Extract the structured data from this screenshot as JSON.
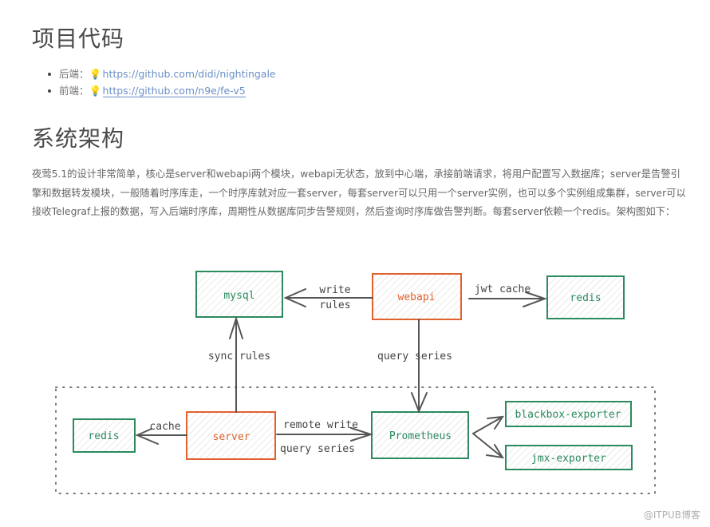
{
  "section_code": {
    "title": "项目代码",
    "items": [
      {
        "label": "后端：",
        "icon": "lightbulb-icon",
        "link": "https://github.com/didi/nightingale"
      },
      {
        "label": "前端：",
        "icon": "lightbulb-icon",
        "link": "https://github.com/n9e/fe-v5"
      }
    ]
  },
  "section_arch": {
    "title": "系统架构",
    "paragraph": "夜莺5.1的设计非常简单，核心是server和webapi两个模块，webapi无状态，放到中心端，承接前端请求，将用户配置写入数据库；server是告警引擎和数据转发模块，一般随着时序库走，一个时序库就对应一套server，每套server可以只用一个server实例，也可以多个实例组成集群，server可以接收Telegraf上报的数据，写入后端时序库，周期性从数据库同步告警规则，然后查询时序库做告警判断。每套server依赖一个redis。架构图如下："
  },
  "diagram": {
    "colors": {
      "green": "#2b8a5e",
      "orange": "#e0622e",
      "arrow": "#555555",
      "hatch": "#d9d9d9",
      "dots": "#777777"
    },
    "nodes": {
      "mysql": {
        "label": "mysql",
        "color": "green"
      },
      "webapi": {
        "label": "webapi",
        "color": "orange"
      },
      "redis_top": {
        "label": "redis",
        "color": "green"
      },
      "redis_left": {
        "label": "redis",
        "color": "green"
      },
      "server": {
        "label": "server",
        "color": "orange"
      },
      "prometheus": {
        "label": "Prometheus",
        "color": "green"
      },
      "blackbox": {
        "label": "blackbox-exporter",
        "color": "green"
      },
      "jmx": {
        "label": "jmx-exporter",
        "color": "green"
      }
    },
    "edges": {
      "write_rules_1": "write",
      "write_rules_2": "rules",
      "jwt_cache": "jwt cache",
      "sync_rules": "sync rules",
      "query_series_top": "query series",
      "cache": "cache",
      "remote_write": "remote write",
      "query_series_bottom": "query series"
    }
  },
  "watermark": "@ITPUB博客"
}
